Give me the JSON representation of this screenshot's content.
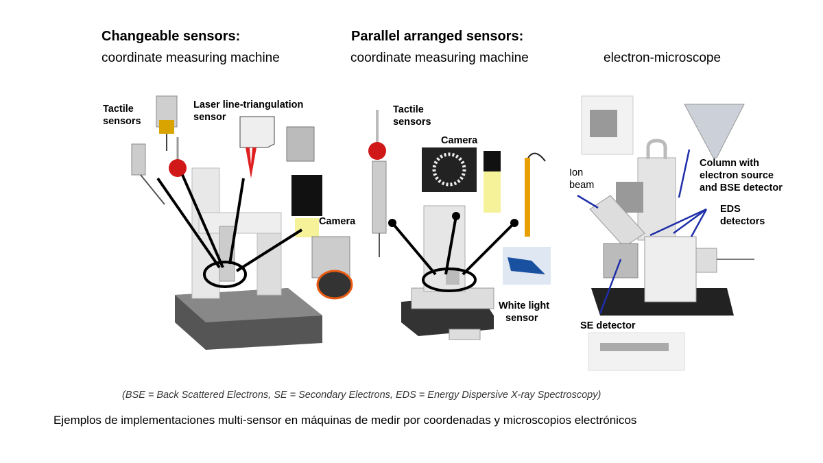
{
  "headings": {
    "changeable_title": "Changeable sensors:",
    "changeable_sub": "coordinate measuring machine",
    "parallel_title": "Parallel arranged sensors:",
    "parallel_sub": "coordinate measuring machine",
    "sem_sub": "electron-microscope"
  },
  "left_labels": {
    "tactile": [
      "Tactile",
      "sensors"
    ],
    "laser": [
      "Laser line-triangulation",
      "sensor"
    ],
    "camera": "Camera"
  },
  "middle_labels": {
    "tactile": [
      "Tactile",
      "sensors"
    ],
    "camera": "Camera",
    "white_light": [
      "White light",
      "sensor"
    ]
  },
  "right_labels": {
    "ion_beam": [
      "Ion",
      "beam"
    ],
    "column": [
      "Column with",
      "electron source",
      "and BSE detector"
    ],
    "eds": [
      "EDS",
      "detectors"
    ],
    "se": "SE detector"
  },
  "caption": "(BSE = Back Scattered Electrons, SE = Secondary Electrons, EDS = Energy Dispersive X-ray Spectroscopy)",
  "footer": "Ejemplos de implementaciones multi-sensor en máquinas de medir por coordenadas y microscopios electrónicos",
  "colors": {
    "arrow_blue": "#1f2fa8",
    "probe_red": "#d01818",
    "laser_red": "#e02020",
    "light_yellow": "#f6f29a"
  }
}
